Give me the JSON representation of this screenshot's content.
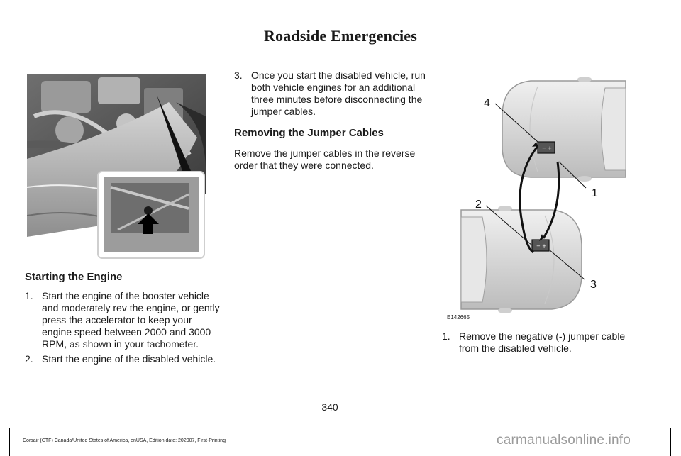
{
  "header": {
    "title": "Roadside Emergencies"
  },
  "left": {
    "section_title": "Starting the Engine",
    "steps": [
      {
        "num": "1.",
        "text": "Start the engine of the booster vehicle and moderately rev the engine, or gently press the accelerator to keep your engine speed between 2000 and 3000 RPM, as shown in your tachometer."
      },
      {
        "num": "2.",
        "text": "Start the engine of the disabled vehicle."
      }
    ]
  },
  "middle": {
    "step3": {
      "num": "3.",
      "text": "Once you start the disabled vehicle, run both vehicle engines for an additional three minutes before disconnecting the jumper cables."
    },
    "section_title": "Removing the Jumper Cables",
    "paragraph": "Remove the jumper cables in the reverse order that they were connected."
  },
  "right": {
    "figure_code": "E142665",
    "callouts": {
      "c1": "1",
      "c2": "2",
      "c3": "3",
      "c4": "4"
    },
    "steps": [
      {
        "num": "1.",
        "text": "Remove the negative (-) jumper cable from the disabled vehicle."
      }
    ]
  },
  "page_number": "340",
  "footer": {
    "text": "Corsair (CTF) Canada/United States of America, enUSA, Edition date: 202007, First-Printing"
  },
  "watermark": {
    "text": "carmanualsonline.info"
  }
}
